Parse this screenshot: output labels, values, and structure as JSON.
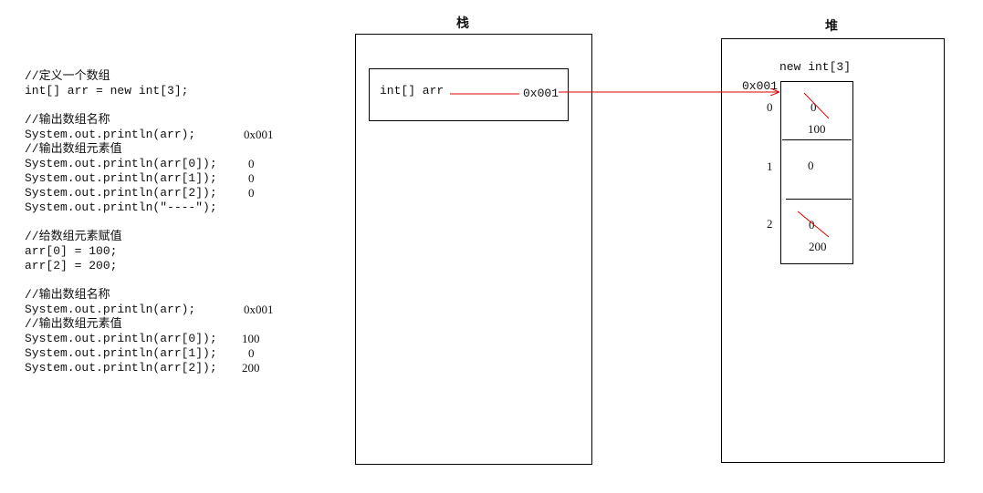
{
  "code_lines": [
    {
      "text": "//定义一个数组",
      "output": ""
    },
    {
      "text": "int[] arr = new int[3];",
      "output": ""
    },
    {
      "text": "",
      "output": ""
    },
    {
      "text": "//输出数组名称",
      "output": ""
    },
    {
      "text": "System.out.println(arr);",
      "output": "0x001"
    },
    {
      "text": "//输出数组元素值",
      "output": ""
    },
    {
      "text": "System.out.println(arr[0]);",
      "output": "0"
    },
    {
      "text": "System.out.println(arr[1]);",
      "output": "0"
    },
    {
      "text": "System.out.println(arr[2]);",
      "output": "0"
    },
    {
      "text": "System.out.println(\"----\");",
      "output": ""
    },
    {
      "text": "",
      "output": ""
    },
    {
      "text": "//给数组元素赋值",
      "output": ""
    },
    {
      "text": "arr[0] = 100;",
      "output": ""
    },
    {
      "text": "arr[2] = 200;",
      "output": ""
    },
    {
      "text": "",
      "output": ""
    },
    {
      "text": "//输出数组名称",
      "output": ""
    },
    {
      "text": "System.out.println(arr);",
      "output": "0x001"
    },
    {
      "text": "//输出数组元素值",
      "output": ""
    },
    {
      "text": "System.out.println(arr[0]);",
      "output": "100"
    },
    {
      "text": "System.out.println(arr[1]);",
      "output": "0"
    },
    {
      "text": "System.out.println(arr[2]);",
      "output": "200"
    }
  ],
  "stack": {
    "title": "栈",
    "variable_label": "int[] arr",
    "variable_value": "0x001"
  },
  "heap": {
    "title": "堆",
    "object_label": "new int[3]",
    "address": "0x001",
    "cells": [
      {
        "index": "0",
        "old_value": "0",
        "new_value": "100"
      },
      {
        "index": "1",
        "old_value": "",
        "new_value": "0"
      },
      {
        "index": "2",
        "old_value": "0",
        "new_value": "200"
      }
    ]
  },
  "colors": {
    "arrow": "#e00000",
    "border": "#000000"
  }
}
